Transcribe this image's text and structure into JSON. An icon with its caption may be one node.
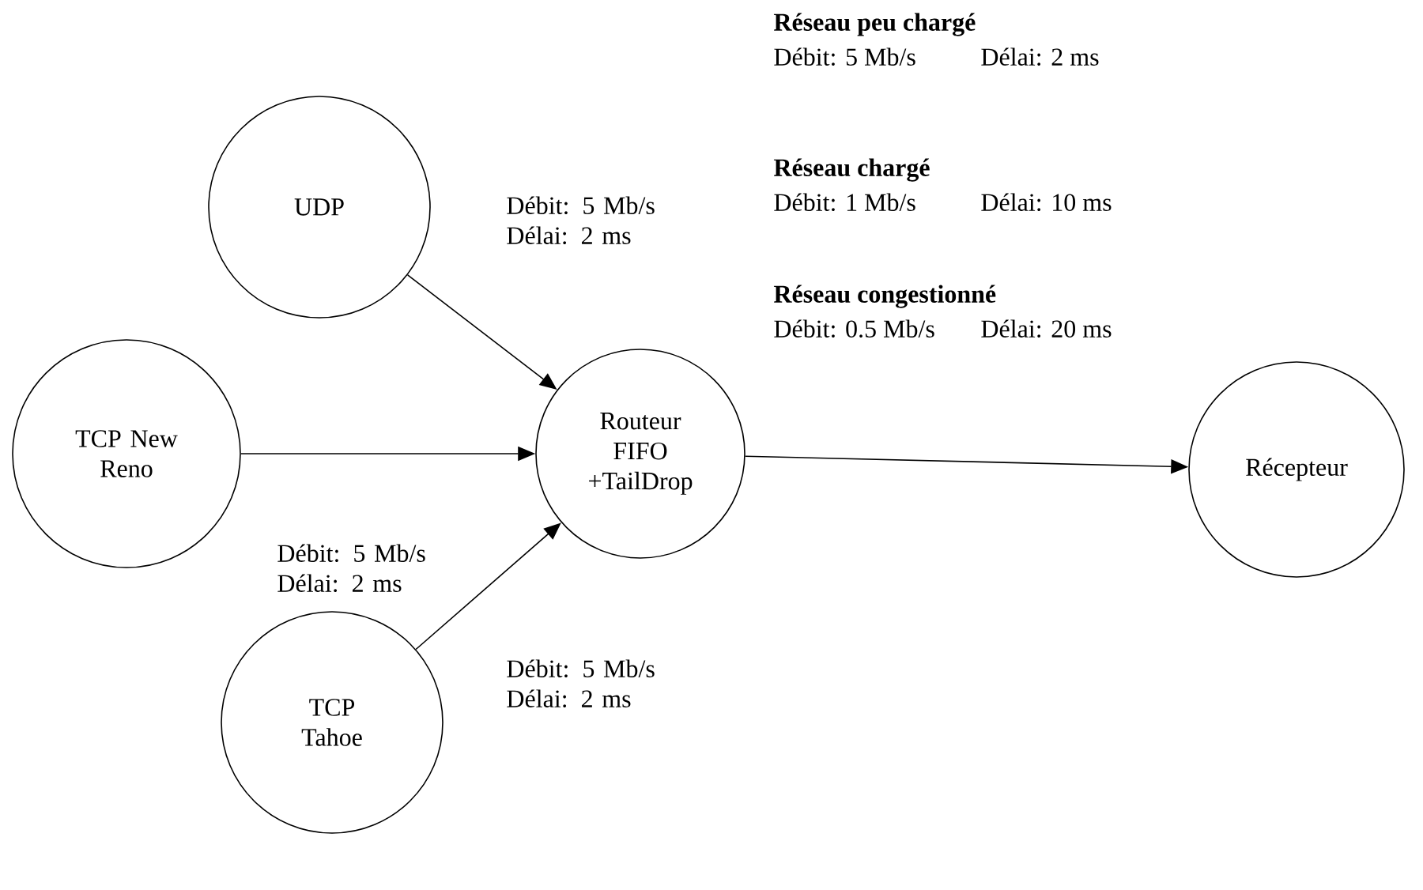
{
  "diagram": {
    "nodes": [
      {
        "text": [
          "UDP"
        ]
      },
      {
        "text": [
          "TCP New Reno"
        ]
      },
      {
        "text": [
          "Routeur FIFO +TailDrop"
        ]
      },
      {
        "text": [
          "Récepteur"
        ]
      },
      {
        "text": [
          "TCP Tahoe"
        ]
      }
    ],
    "edges": [
      {
        "from": 0,
        "to": 2,
        "arrow": "to",
        "label": "Débit: 5 Mb/s Délai: 2 ms"
      },
      {
        "from": 1,
        "to": 2,
        "arrow": "to",
        "label": "Débit: 5 Mb/s Délai: 2 ms"
      },
      {
        "from": 4,
        "to": 2,
        "arrow": "to",
        "label": "Débit: 5 Mb/s Délai: 2 ms"
      },
      {
        "from": 2,
        "to": 3,
        "arrow": "to"
      }
    ],
    "labels": [
      "Réseau peu chargé",
      "Débit: 5 Mb/s",
      "Délai: 2 ms",
      "Réseau chargé",
      "Débit: 1 Mb/s",
      "Délai: 10 ms",
      "Réseau congestionné",
      "Débit: 0.5 Mb/s",
      "Délai: 20 ms"
    ]
  }
}
